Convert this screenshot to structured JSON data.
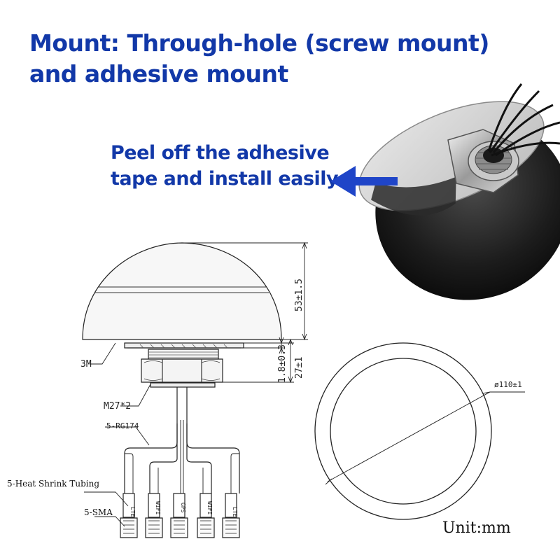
{
  "headline": {
    "line1": "Mount: Through-hole (screw mount)",
    "line2": "and adhesive mount"
  },
  "callout": {
    "line1": "Peel off the adhesive",
    "line2": "tape and install easily"
  },
  "drawing": {
    "dome_height": "53±1.5",
    "total_height": "27±1",
    "gasket_thickness": "1.8±0.3",
    "adhesive_label": "3M",
    "thread_label": "M27*2",
    "cable_label": "5-RG174",
    "tubing_label": "5-Heat Shrink Tubing",
    "connector_label": "5-SMA",
    "diameter_label": "ø110±1",
    "unit_label": "Unit:mm",
    "cable_tags": [
      "LTE",
      "WIFI",
      "GPS",
      "WIFI",
      "LTE"
    ]
  },
  "colors": {
    "accent_blue": "#1238a8",
    "arrow_blue": "#1f45c8"
  }
}
